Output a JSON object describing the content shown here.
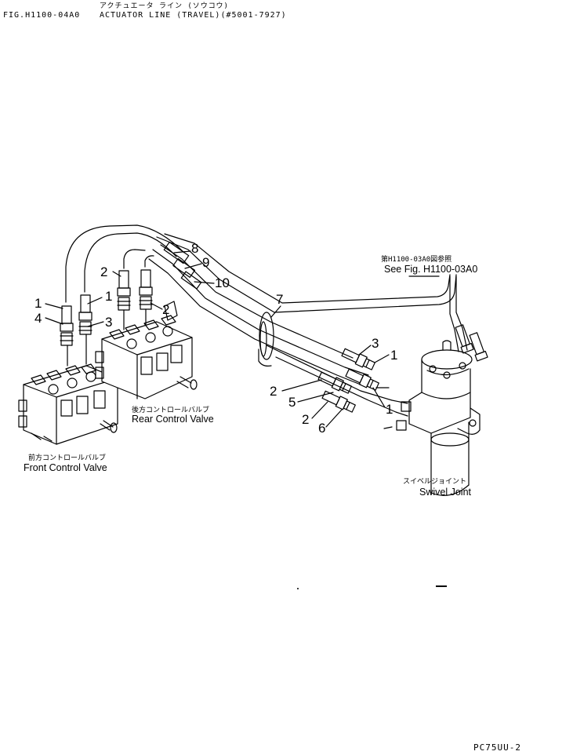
{
  "header": {
    "fig_id": "FIG.H1100-04A0",
    "title": "ACTUATOR LINE (TRAVEL)(#5001-7927)",
    "title_jp": "アクチュエータ ライン (ソウコウ)"
  },
  "captions": {
    "rear_valve_jp": "後方コントロールバルブ",
    "rear_valve": "Rear Control Valve",
    "front_valve_jp": "前方コントロールバルブ",
    "front_valve": "Front Control Valve",
    "swivel_jp": "スイベルジョイント",
    "swivel": "Swivel Joint",
    "see_fig_jp": "第H1100-03A0図参照",
    "see_fig": "See Fig. H1100-03A0"
  },
  "callouts": {
    "n1a": "1",
    "n4": "4",
    "n1b": "1",
    "n3a": "3",
    "n2a": "2",
    "n2b": "2",
    "n8": "8",
    "n9": "9",
    "n10": "10",
    "n7": "7",
    "n3b": "3",
    "n1c": "1",
    "n2c": "2",
    "n5": "5",
    "n1d": "1",
    "n2d": "2",
    "n6": "6"
  },
  "footer": {
    "code": "PC75UU-2"
  }
}
